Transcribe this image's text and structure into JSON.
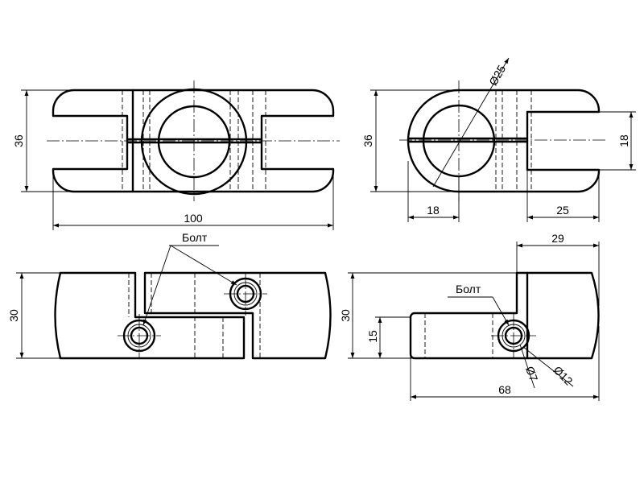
{
  "dimensions": {
    "top_left_width": "100",
    "top_left_height": "36",
    "top_right_height": "36",
    "top_right_gap": "18",
    "top_right_dia": "Ø25",
    "top_right_left": "18",
    "top_right_right": "25",
    "bottom_left_height": "30",
    "bottom_right_top": "29",
    "bottom_right_height": "30",
    "bottom_right_small": "15",
    "bottom_right_width": "68",
    "bolt_dia_inner": "Ø7",
    "bolt_dia_outer": "Ø12"
  },
  "labels": {
    "bolt_left": "Болт",
    "bolt_right": "Болт"
  }
}
